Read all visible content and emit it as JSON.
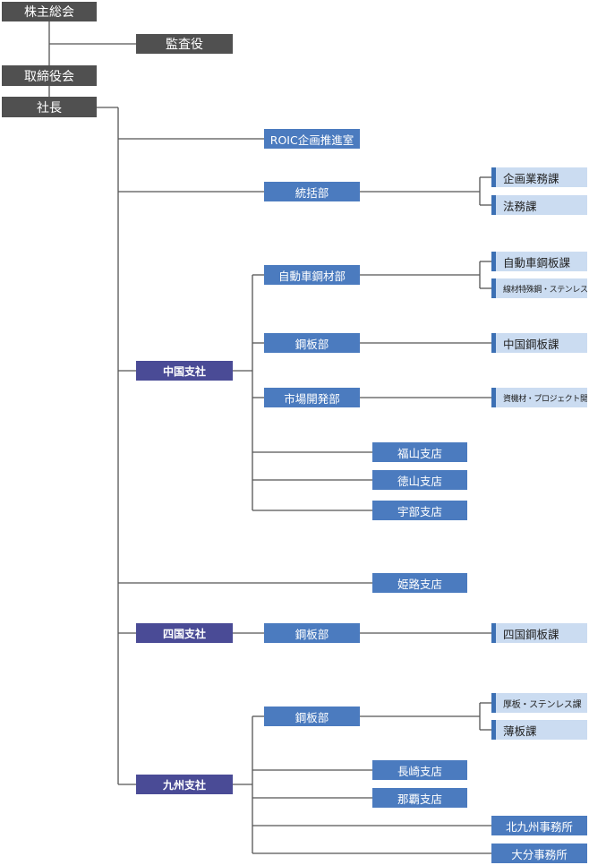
{
  "top": {
    "shareholders": "株主総会",
    "auditor": "監査役",
    "board": "取締役会",
    "president": "社長"
  },
  "hq": {
    "roic": "ROIC企画推進室",
    "general": "統括部",
    "general_sections": [
      "企画業務課",
      "法務課"
    ]
  },
  "chugoku": {
    "name": "中国支社",
    "auto": "自動車鋼材部",
    "auto_sections": [
      "自動車鋼板課",
      "線材特殊鋼・ステンレス課"
    ],
    "steel": "鋼板部",
    "steel_sections": [
      "中国鋼板課"
    ],
    "market": "市場開発部",
    "market_sections": [
      "資機材・プロジェクト開発課"
    ],
    "branches": [
      "福山支店",
      "徳山支店",
      "宇部支店"
    ]
  },
  "himeji": "姫路支店",
  "shikoku": {
    "name": "四国支社",
    "steel": "鋼板部",
    "steel_sections": [
      "四国鋼板課"
    ]
  },
  "kyushu": {
    "name": "九州支社",
    "steel": "鋼板部",
    "steel_sections": [
      "厚板・ステンレス課",
      "薄板課"
    ],
    "branches": [
      "長崎支店",
      "那覇支店"
    ],
    "offices": [
      "北九州事務所",
      "大分事務所"
    ]
  },
  "colors": {
    "top_box": "#505050",
    "department": "#4b7bbf",
    "region": "#4a4b96",
    "section": "#cbdcf1",
    "section_accent": "#3c70b4",
    "line": "#555555"
  }
}
